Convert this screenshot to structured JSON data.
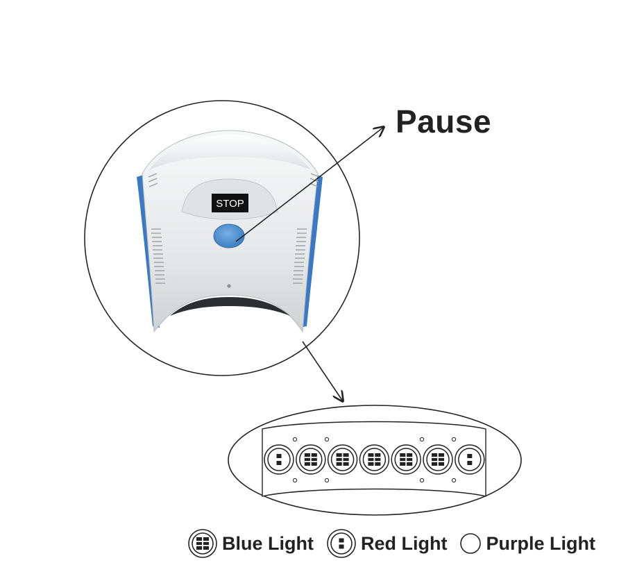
{
  "device": {
    "stop_label": "STOP",
    "button_color": "#4a8ed1",
    "body_color": "#e9ebec",
    "side_accent_color": "#3a79c4"
  },
  "callout": {
    "pause_label": "Pause"
  },
  "led_panel": {
    "lamps": [
      "red-light",
      "blue-light",
      "blue-light",
      "blue-light",
      "blue-light",
      "blue-light",
      "red-light"
    ]
  },
  "legend": {
    "items": [
      {
        "label": "Blue Light",
        "icon": "blue-light-icon"
      },
      {
        "label": "Red Light",
        "icon": "red-light-icon"
      },
      {
        "label": "Purple Light",
        "icon": "purple-light-icon"
      }
    ]
  }
}
